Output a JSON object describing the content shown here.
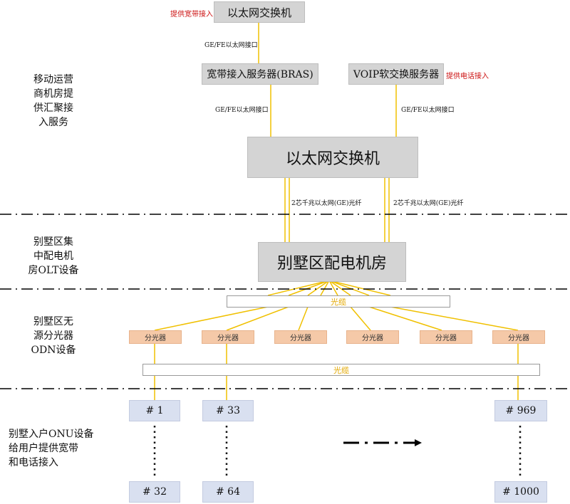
{
  "core": {
    "top_switch": "以太网交换机",
    "broadband_note": "提供宽带接入",
    "link_top": "GE/FE以太网接口",
    "bras": "宽带接入服务器(BRAS)",
    "voip": "VOIP软交换服务器",
    "phone_note": "提供电话接入",
    "link_bras": "GE/FE以太网接口",
    "link_voip": "GE/FE以太网接口",
    "main_switch": "以太网交换机",
    "fiber_left": "2芯千兆以太网(GE)光纤",
    "fiber_right": "2芯千兆以太网(GE)光纤"
  },
  "olt": {
    "room": "别墅区配电机房"
  },
  "odn": {
    "cable_top": "光缆",
    "splitters": [
      "分光器",
      "分光器",
      "分光器",
      "分光器",
      "分光器",
      "分光器"
    ],
    "cable_bottom": "光缆"
  },
  "onu": {
    "top": [
      "# 1",
      "# 33",
      "# 969"
    ],
    "bottom": [
      "# 32",
      "# 64",
      "# 1000"
    ]
  },
  "sections": {
    "carrier": "移动运营\n商机房提\n供汇聚接\n入服务",
    "olt": "别墅区集\n中配电机\n房OLT设备",
    "odn": "别墅区无\n源分光器\nODN设备",
    "onu": "别墅入户ONU设备\n给用户提供宽带\n和电话接入"
  },
  "colors": {
    "line": "#f0c000",
    "dash": "#000000",
    "box": "#d4d4d4",
    "onu": "#d9e0f0",
    "splitter": "#f5c9a8"
  }
}
